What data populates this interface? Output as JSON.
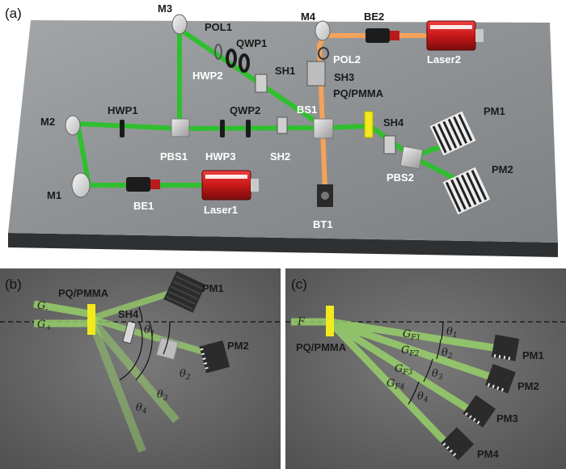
{
  "panel_a": {
    "tag": "(a)",
    "labels": {
      "M1": "M1",
      "M2": "M2",
      "M3": "M3",
      "M4": "M4",
      "HWP1": "HWP1",
      "HWP2": "HWP2",
      "HWP3": "HWP3",
      "QWP1": "QWP1",
      "QWP2": "QWP2",
      "POL1": "POL1",
      "POL2": "POL2",
      "SH1": "SH1",
      "SH2": "SH2",
      "SH3": "SH3",
      "SH4": "SH4",
      "PBS1": "PBS1",
      "PBS2": "PBS2",
      "BS1": "BS1",
      "BE1": "BE1",
      "BE2": "BE2",
      "Laser1": "Laser1",
      "Laser2": "Laser2",
      "PQPMMA": "PQ/PMMA",
      "BT1": "BT1",
      "PM1": "PM1",
      "PM2": "PM2"
    }
  },
  "panel_b": {
    "tag": "(b)",
    "PQPMMA": "PQ/PMMA",
    "SH4": "SH4",
    "PM1": "PM1",
    "PM2": "PM2",
    "beam_minus": "G",
    "beam_minus_sub": "-",
    "beam_plus": "G",
    "beam_plus_sub": "+",
    "theta": "θ",
    "theta_subs": [
      "1",
      "2",
      "3",
      "4"
    ]
  },
  "panel_c": {
    "tag": "(c)",
    "PQPMMA": "PQ/PMMA",
    "F": "F",
    "beams": [
      "G",
      "G",
      "G",
      "G"
    ],
    "beam_subs": [
      "F1",
      "F2",
      "F3",
      "F4"
    ],
    "PM": [
      "PM1",
      "PM2",
      "PM3",
      "PM4"
    ],
    "theta": "θ",
    "theta_subs": [
      "1",
      "2",
      "3",
      "4"
    ]
  },
  "colors": {
    "green_beam": "#2fbf2f",
    "orange_beam": "#f5a25a",
    "sample_yellow": "#f2ea1c",
    "laser_red": "#d01f1f",
    "table_top": "#8f9294",
    "panel_bg": "#6e6e6e"
  }
}
